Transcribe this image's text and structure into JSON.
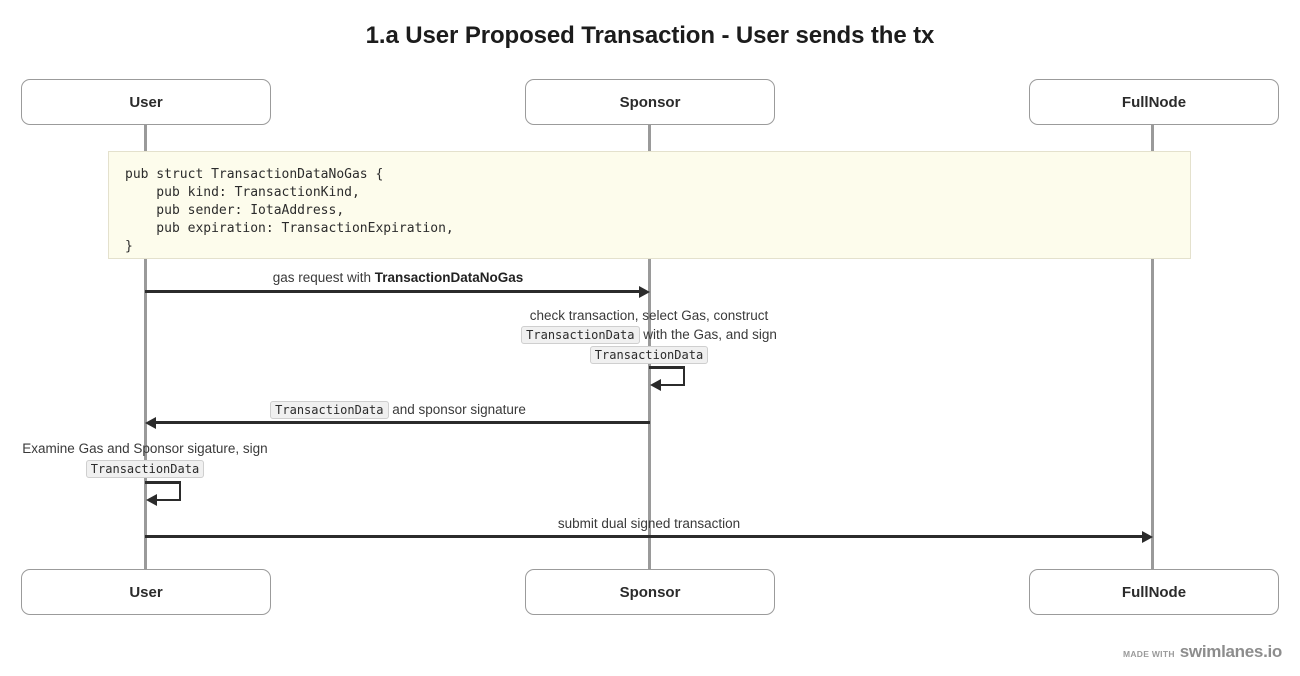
{
  "diagram": {
    "type": "sequence",
    "title": "1.a User Proposed Transaction - User sends the tx",
    "participants": [
      {
        "id": "user",
        "label": "User"
      },
      {
        "id": "sponsor",
        "label": "Sponsor"
      },
      {
        "id": "fullnode",
        "label": "FullNode"
      }
    ],
    "note": {
      "kind": "code",
      "language": "rust",
      "code": "pub struct TransactionDataNoGas {\n    pub kind: TransactionKind,\n    pub sender: IotaAddress,\n    pub expiration: TransactionExpiration,\n}"
    },
    "messages": [
      {
        "id": "m1",
        "from": "user",
        "to": "sponsor",
        "direction": "right",
        "kind": "call",
        "label_parts": [
          {
            "type": "text",
            "text": "gas request with "
          },
          {
            "type": "bold",
            "text": "TransactionDataNoGas"
          }
        ],
        "label_plain": "gas request with TransactionDataNoGas"
      },
      {
        "id": "m2",
        "from": "sponsor",
        "to": "sponsor",
        "direction": "self",
        "kind": "self-call",
        "label_lines": [
          [
            {
              "type": "text",
              "text": "check transaction, select Gas, construct"
            }
          ],
          [
            {
              "type": "code",
              "text": "TransactionData"
            },
            {
              "type": "text",
              "text": " with the Gas, and sign"
            }
          ],
          [
            {
              "type": "code",
              "text": "TransactionData"
            }
          ]
        ],
        "label_plain": "check transaction, select Gas, construct TransactionData with the Gas, and sign TransactionData"
      },
      {
        "id": "m3",
        "from": "sponsor",
        "to": "user",
        "direction": "left",
        "kind": "return",
        "label_parts": [
          {
            "type": "code",
            "text": "TransactionData"
          },
          {
            "type": "text",
            "text": " and sponsor signature"
          }
        ],
        "label_plain": "TransactionData and sponsor signature"
      },
      {
        "id": "m4",
        "from": "user",
        "to": "user",
        "direction": "self",
        "kind": "self-call",
        "label_lines": [
          [
            {
              "type": "text",
              "text": "Examine Gas and Sponsor sigature, sign"
            }
          ],
          [
            {
              "type": "code",
              "text": "TransactionData"
            }
          ]
        ],
        "label_plain": "Examine Gas and Sponsor sigature, sign TransactionData"
      },
      {
        "id": "m5",
        "from": "user",
        "to": "fullnode",
        "direction": "right",
        "kind": "call",
        "label_parts": [
          {
            "type": "text",
            "text": "submit dual signed transaction"
          }
        ],
        "label_plain": "submit dual signed transaction"
      }
    ],
    "colors": {
      "background": "#ffffff",
      "title": "#1c1c1c",
      "lifeline": "#9a9a9a",
      "actor_border": "#9b9b9b",
      "arrow": "#2b2b2b",
      "note_background": "#fdfcec",
      "note_border": "#e4e1cd",
      "code_chip_background": "#f0f0f0",
      "watermark": "#9a9a9a"
    }
  },
  "footer": {
    "made_with": "MADE WITH",
    "brand": "swimlanes.io"
  }
}
